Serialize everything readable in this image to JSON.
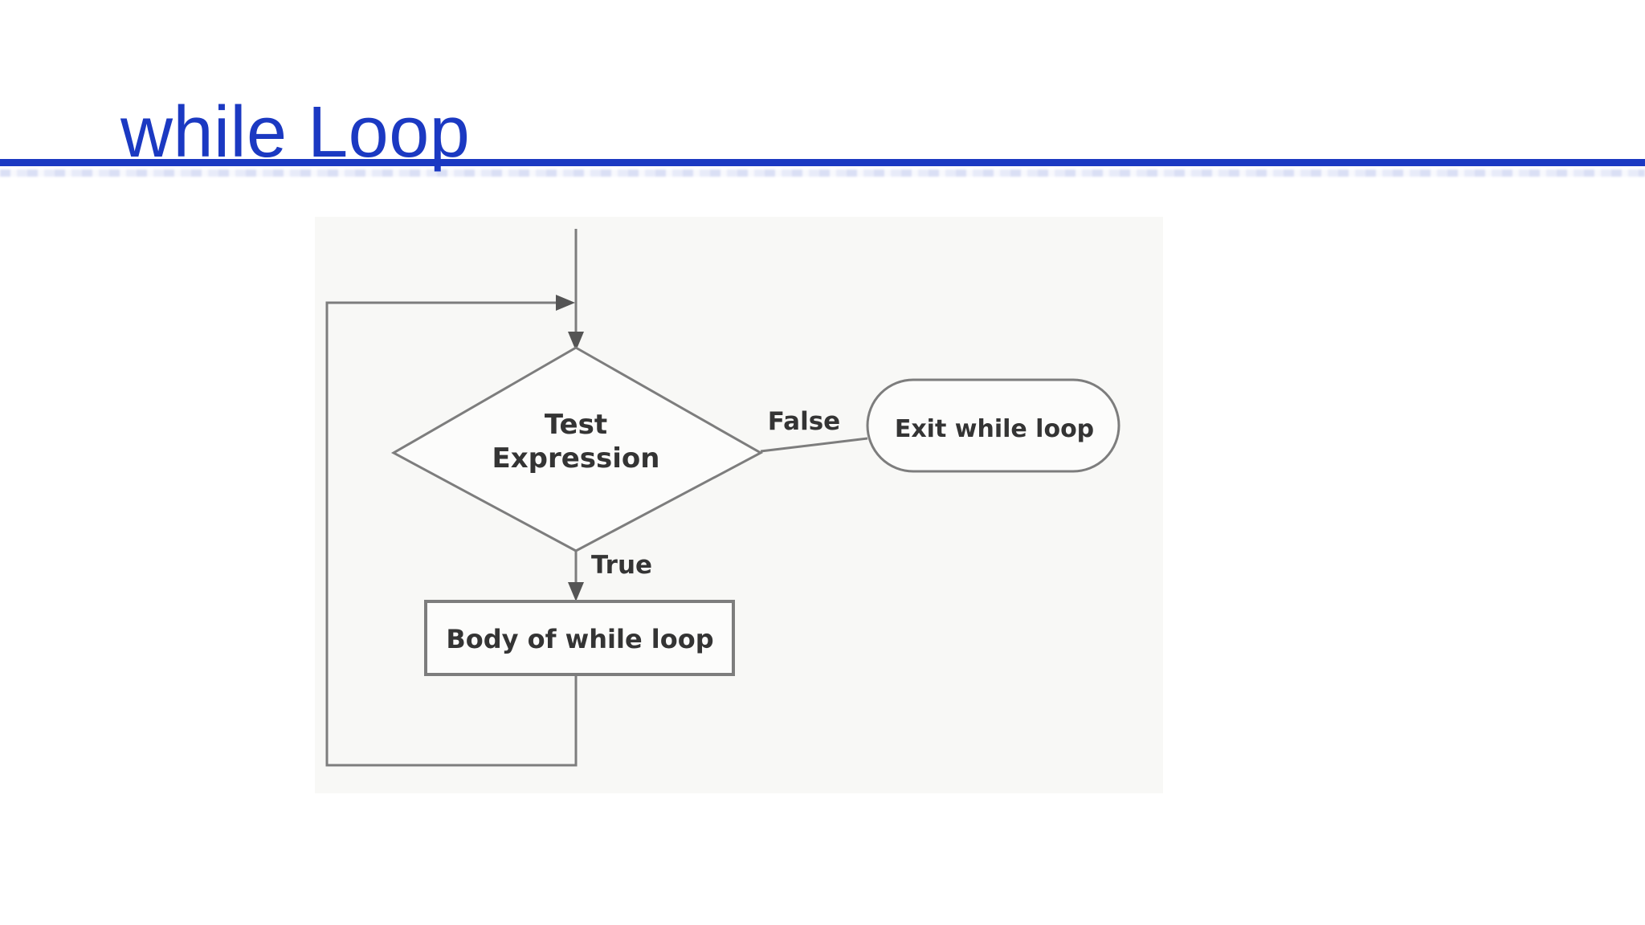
{
  "slide": {
    "title": "while Loop"
  },
  "colors": {
    "accent": "#1b39c2",
    "line": "#7d7d7d",
    "node_text": "#343434",
    "diagram_bg": "#f8f8f6"
  },
  "flowchart": {
    "decision_label_line1": "Test",
    "decision_label_line2": "Expression",
    "false_branch_label": "False",
    "true_branch_label": "True",
    "exit_node_label": "Exit while loop",
    "body_node_label": "Body of while loop"
  }
}
